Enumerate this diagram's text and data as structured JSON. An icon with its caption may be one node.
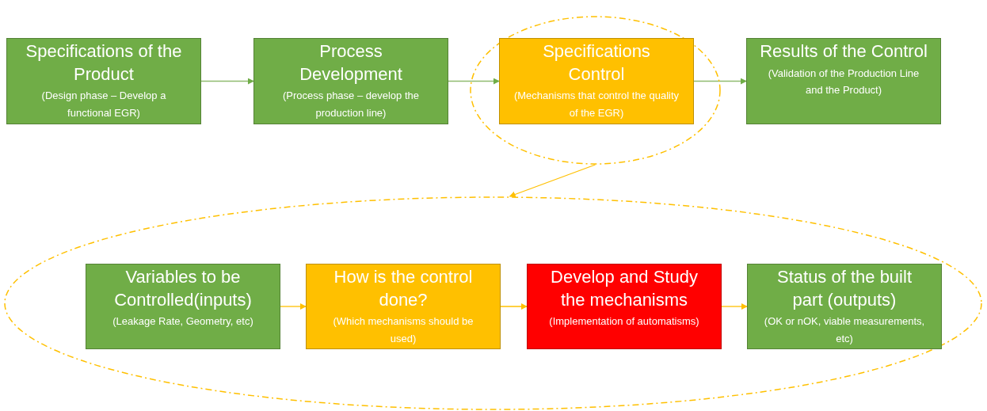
{
  "diagram": {
    "nodes": [
      {
        "text": [
          "Specifications of the Product",
          "(Design phase – Develop a functional EGR)"
        ]
      },
      {
        "text": [
          "Process Development",
          "(Process phase – develop the production line)"
        ]
      },
      {
        "text": [
          "Specifications Control",
          "(Mechanisms that control the quality of the EGR)"
        ],
        "in": 4
      },
      {
        "text": [
          "Results of the Control",
          "(Validation of the Production Line and the Product)"
        ]
      },
      {
        "text": [],
        "shape": "ellipse"
      },
      {
        "text": [],
        "shape": "ellipse"
      },
      {
        "text": [
          "Variables to be Controlled(inputs)",
          "(Leakage Rate, Geometry, etc)"
        ],
        "in": 5
      },
      {
        "text": [
          "How is the control done?",
          "(Which mechanisms should be used)"
        ],
        "in": 5
      },
      {
        "text": [
          "Develop and Study the mechanisms",
          "(Implementation of automatisms)"
        ],
        "in": 5
      },
      {
        "text": [
          "Status of the built part (outputs)",
          "(OK or nOK, viable measurements, etc)"
        ],
        "in": 5
      }
    ],
    "edges": [
      {
        "from": 0,
        "to": 1,
        "arrow": "to",
        "color": "#8fbc6f"
      },
      {
        "from": 1,
        "to": 2,
        "arrow": "to",
        "color": "#8fbc6f"
      },
      {
        "from": 2,
        "to": 3,
        "arrow": "to",
        "color": "#8fbc6f"
      },
      {
        "from": 4,
        "to": 5,
        "arrow": "to"
      },
      {
        "from": 6,
        "to": 7,
        "arrow": "to"
      },
      {
        "from": 7,
        "to": 8,
        "arrow": "to"
      },
      {
        "from": 8,
        "to": 9,
        "arrow": "to"
      }
    ]
  }
}
